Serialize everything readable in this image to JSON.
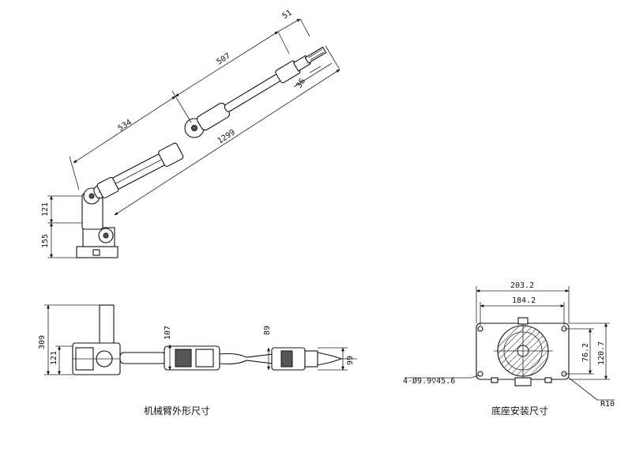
{
  "side_view": {
    "dims": {
      "d534": "534",
      "d507": "507",
      "d51": "51",
      "d1299": "1299",
      "d36": "36",
      "d121": "121",
      "d155": "155"
    }
  },
  "top_view": {
    "dims": {
      "d309": "309",
      "d121": "121",
      "d107": "107",
      "d89": "89",
      "d99": "99"
    },
    "caption": "机械臂外形尺寸"
  },
  "base_view": {
    "dims": {
      "d203": "203.2",
      "d184": "184.2",
      "d76": "76.2",
      "d120": "120.7",
      "hole": "4-Ø9.9▽45.6",
      "radius": "R10"
    },
    "caption": "底座安装尺寸"
  },
  "colors": {
    "line": "#111111",
    "hatch": "#222222"
  }
}
